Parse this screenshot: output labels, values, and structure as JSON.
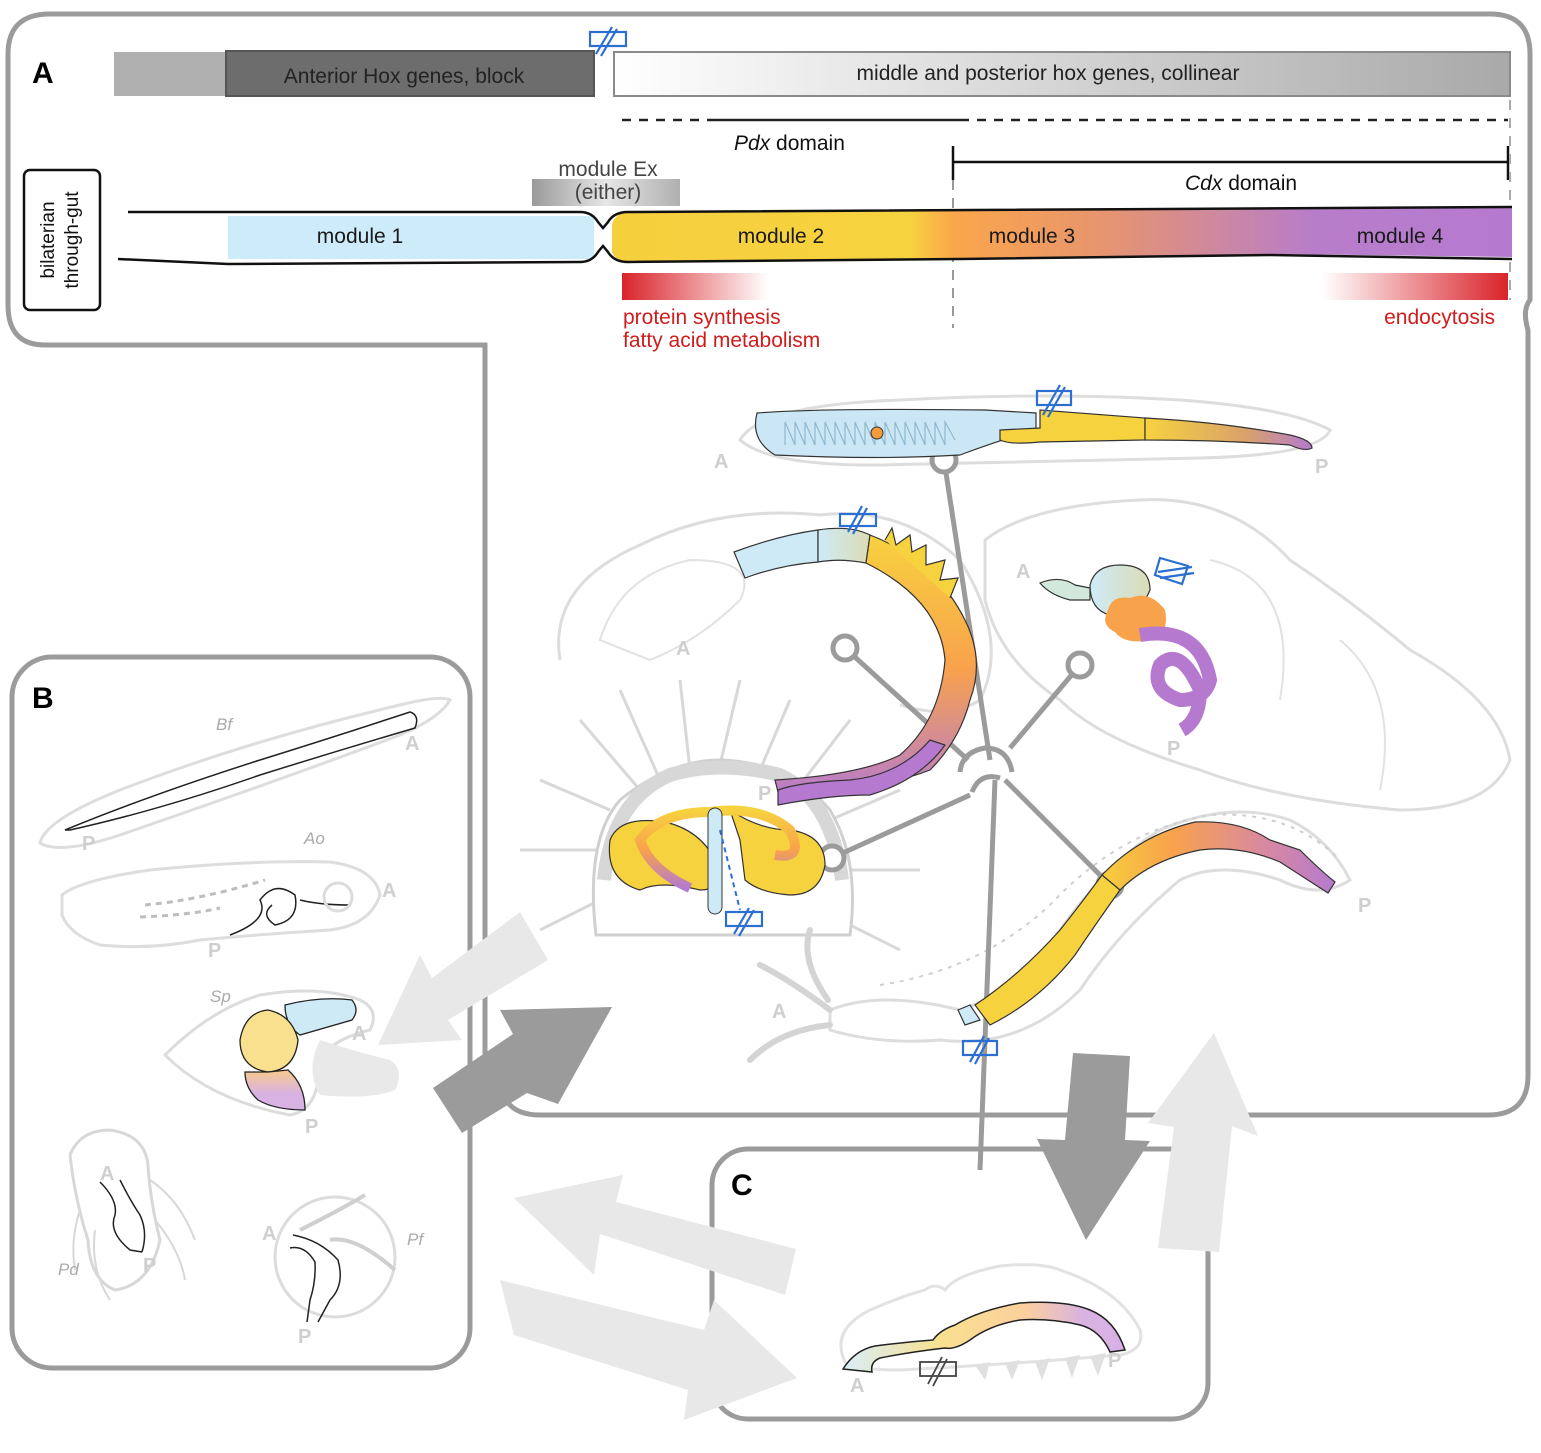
{
  "figure": {
    "panels": [
      {
        "id": "A",
        "label": "A"
      },
      {
        "id": "B",
        "label": "B"
      },
      {
        "id": "C",
        "label": "C"
      }
    ],
    "hox_cluster": {
      "anterior_label": "Anterior Hox genes, block",
      "posterior_label": "middle and posterior hox genes, collinear"
    },
    "domains": {
      "pdx": {
        "gene": "Pdx",
        "suffix": " domain"
      },
      "cdx": {
        "gene": "Cdx",
        "suffix": " domain"
      }
    },
    "gut_schema": {
      "side_label_line1": "bilaterian",
      "side_label_line2": "through-gut",
      "module_ex_line1": "module Ex",
      "module_ex_line2": "(either)",
      "modules": [
        {
          "label": "module 1",
          "color": "#cdebf9"
        },
        {
          "label": "module 2",
          "color": "#f7d23f"
        },
        {
          "label": "module 3",
          "color": "#f9a24c"
        },
        {
          "label": "module 4",
          "color": "#b57ad0"
        }
      ]
    },
    "functions": {
      "anterior_line1": "protein synthesis",
      "anterior_line2": "fatty acid metabolism",
      "posterior": "endocytosis",
      "color": "#d01c1c"
    },
    "axis_labels": {
      "anterior": "A",
      "posterior": "P"
    },
    "species_b": [
      {
        "abbr": "Bf"
      },
      {
        "abbr": "Ao"
      },
      {
        "abbr": "Sp"
      },
      {
        "abbr": "Pd"
      },
      {
        "abbr": "Pf"
      }
    ],
    "colors": {
      "frame": "#9b9b9b",
      "break_symbol": "#2a6fd1",
      "arrow_dark": "#9b9b9b",
      "arrow_light": "#e8e8e8"
    }
  }
}
